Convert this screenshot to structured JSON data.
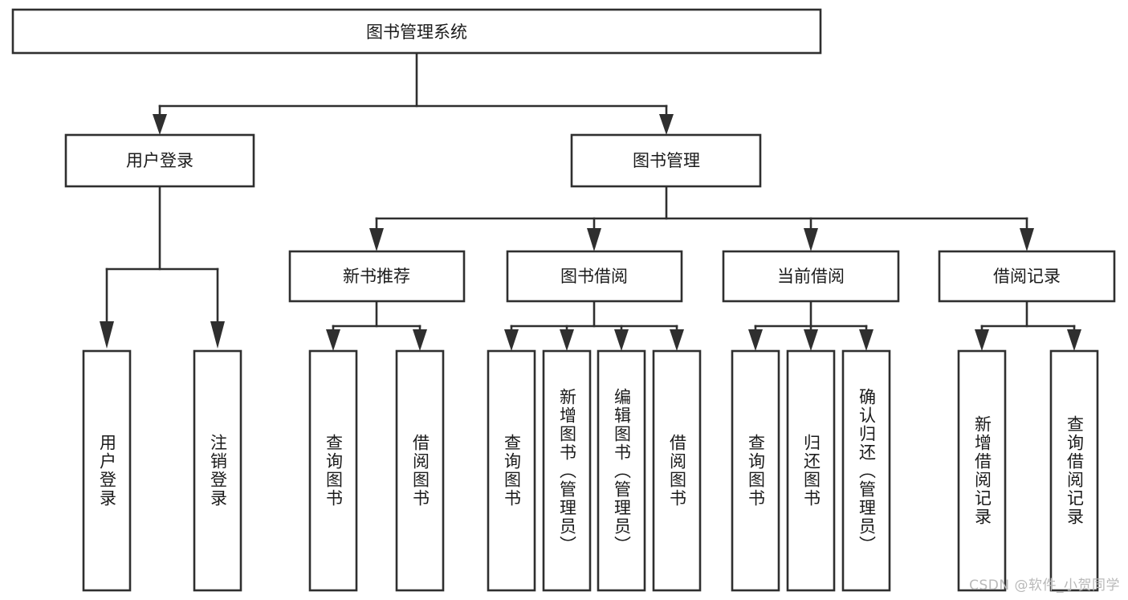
{
  "diagram": {
    "title": "图书管理系统",
    "type": "hierarchy-tree",
    "watermark": "CSDN @软件_小贺同学",
    "colors": {
      "stroke": "#2f2f2f",
      "fill": "#ffffff",
      "text": "#1b1b1b",
      "watermark": "#b9b9b9",
      "background": "#ffffff"
    },
    "levels": {
      "level1": [
        {
          "id": "root",
          "label": "图书管理系统"
        }
      ],
      "level2": [
        {
          "id": "user-login",
          "label": "用户登录",
          "parent": "root"
        },
        {
          "id": "book-manage",
          "label": "图书管理",
          "parent": "root"
        }
      ],
      "level3": [
        {
          "id": "new-book-rec",
          "label": "新书推荐",
          "parent": "book-manage"
        },
        {
          "id": "book-borrow",
          "label": "图书借阅",
          "parent": "book-manage"
        },
        {
          "id": "current-borrow",
          "label": "当前借阅",
          "parent": "book-manage"
        },
        {
          "id": "borrow-record",
          "label": "借阅记录",
          "parent": "book-manage"
        }
      ],
      "leaves": [
        {
          "id": "leaf-user-login",
          "label": "用户登录",
          "parent": "user-login"
        },
        {
          "id": "leaf-user-logout",
          "label": "注销登录",
          "parent": "user-login"
        },
        {
          "id": "leaf-query-book-1",
          "label": "查询图书",
          "parent": "new-book-rec"
        },
        {
          "id": "leaf-borrow-book-1",
          "label": "借阅图书",
          "parent": "new-book-rec"
        },
        {
          "id": "leaf-query-book-2",
          "label": "查询图书",
          "parent": "book-borrow"
        },
        {
          "id": "leaf-add-book",
          "label": "新增图书（管理员）",
          "parent": "book-borrow"
        },
        {
          "id": "leaf-edit-book",
          "label": "编辑图书（管理员）",
          "parent": "book-borrow"
        },
        {
          "id": "leaf-borrow-book-2",
          "label": "借阅图书",
          "parent": "book-borrow"
        },
        {
          "id": "leaf-query-book-3",
          "label": "查询图书",
          "parent": "current-borrow"
        },
        {
          "id": "leaf-return-book",
          "label": "归还图书",
          "parent": "current-borrow"
        },
        {
          "id": "leaf-confirm-return",
          "label": "确认归还（管理员）",
          "parent": "current-borrow"
        },
        {
          "id": "leaf-add-record",
          "label": "新增借阅记录",
          "parent": "borrow-record"
        },
        {
          "id": "leaf-query-record",
          "label": "查询借阅记录",
          "parent": "borrow-record"
        }
      ]
    }
  }
}
